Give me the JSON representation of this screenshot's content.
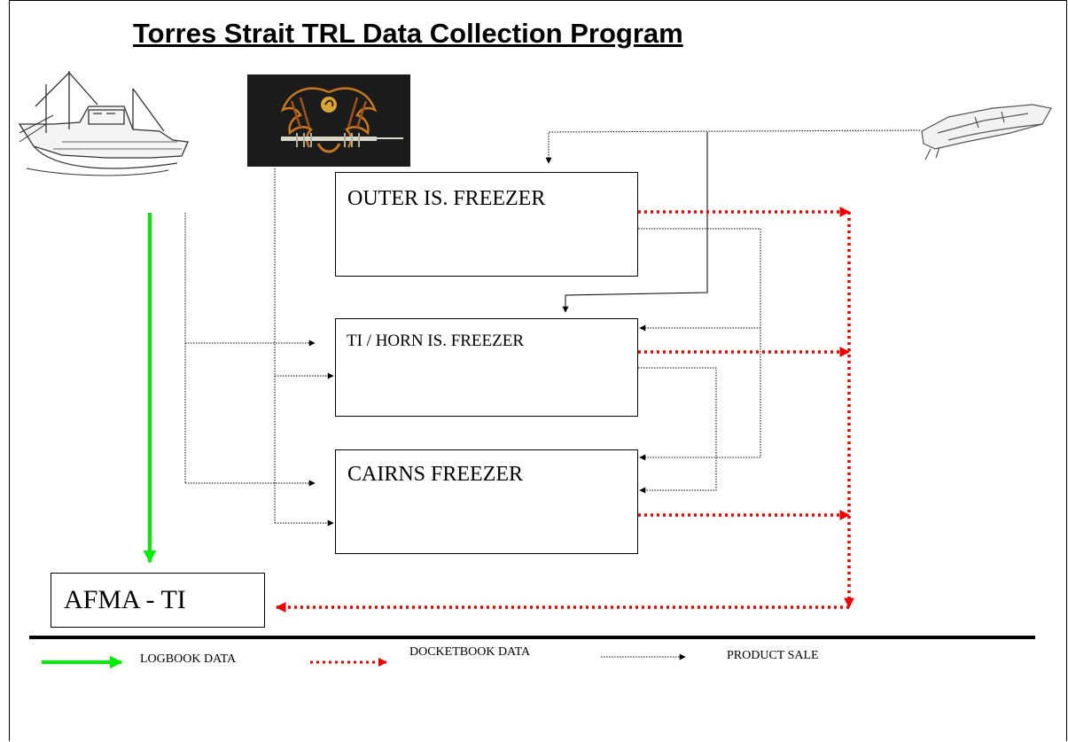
{
  "title": "Torres Strait TRL Data Collection Program",
  "boxes": {
    "outer": "OUTER IS. FREEZER",
    "ti_horn": "TI / HORN IS. FREEZER",
    "cairns": "CAIRNS FREEZER",
    "afma": "AFMA - TI"
  },
  "legend": {
    "logbook": "LOGBOOK DATA",
    "docketbook": "DOCKETBOOK DATA",
    "product_sale": "PRODUCT SALE"
  },
  "colors": {
    "logbook": "#00ee00",
    "docketbook": "#ee0000",
    "product_sale": "#000000"
  },
  "icons": [
    "fishing-boat-icon",
    "png-crest-icon",
    "dinghy-icon"
  ]
}
